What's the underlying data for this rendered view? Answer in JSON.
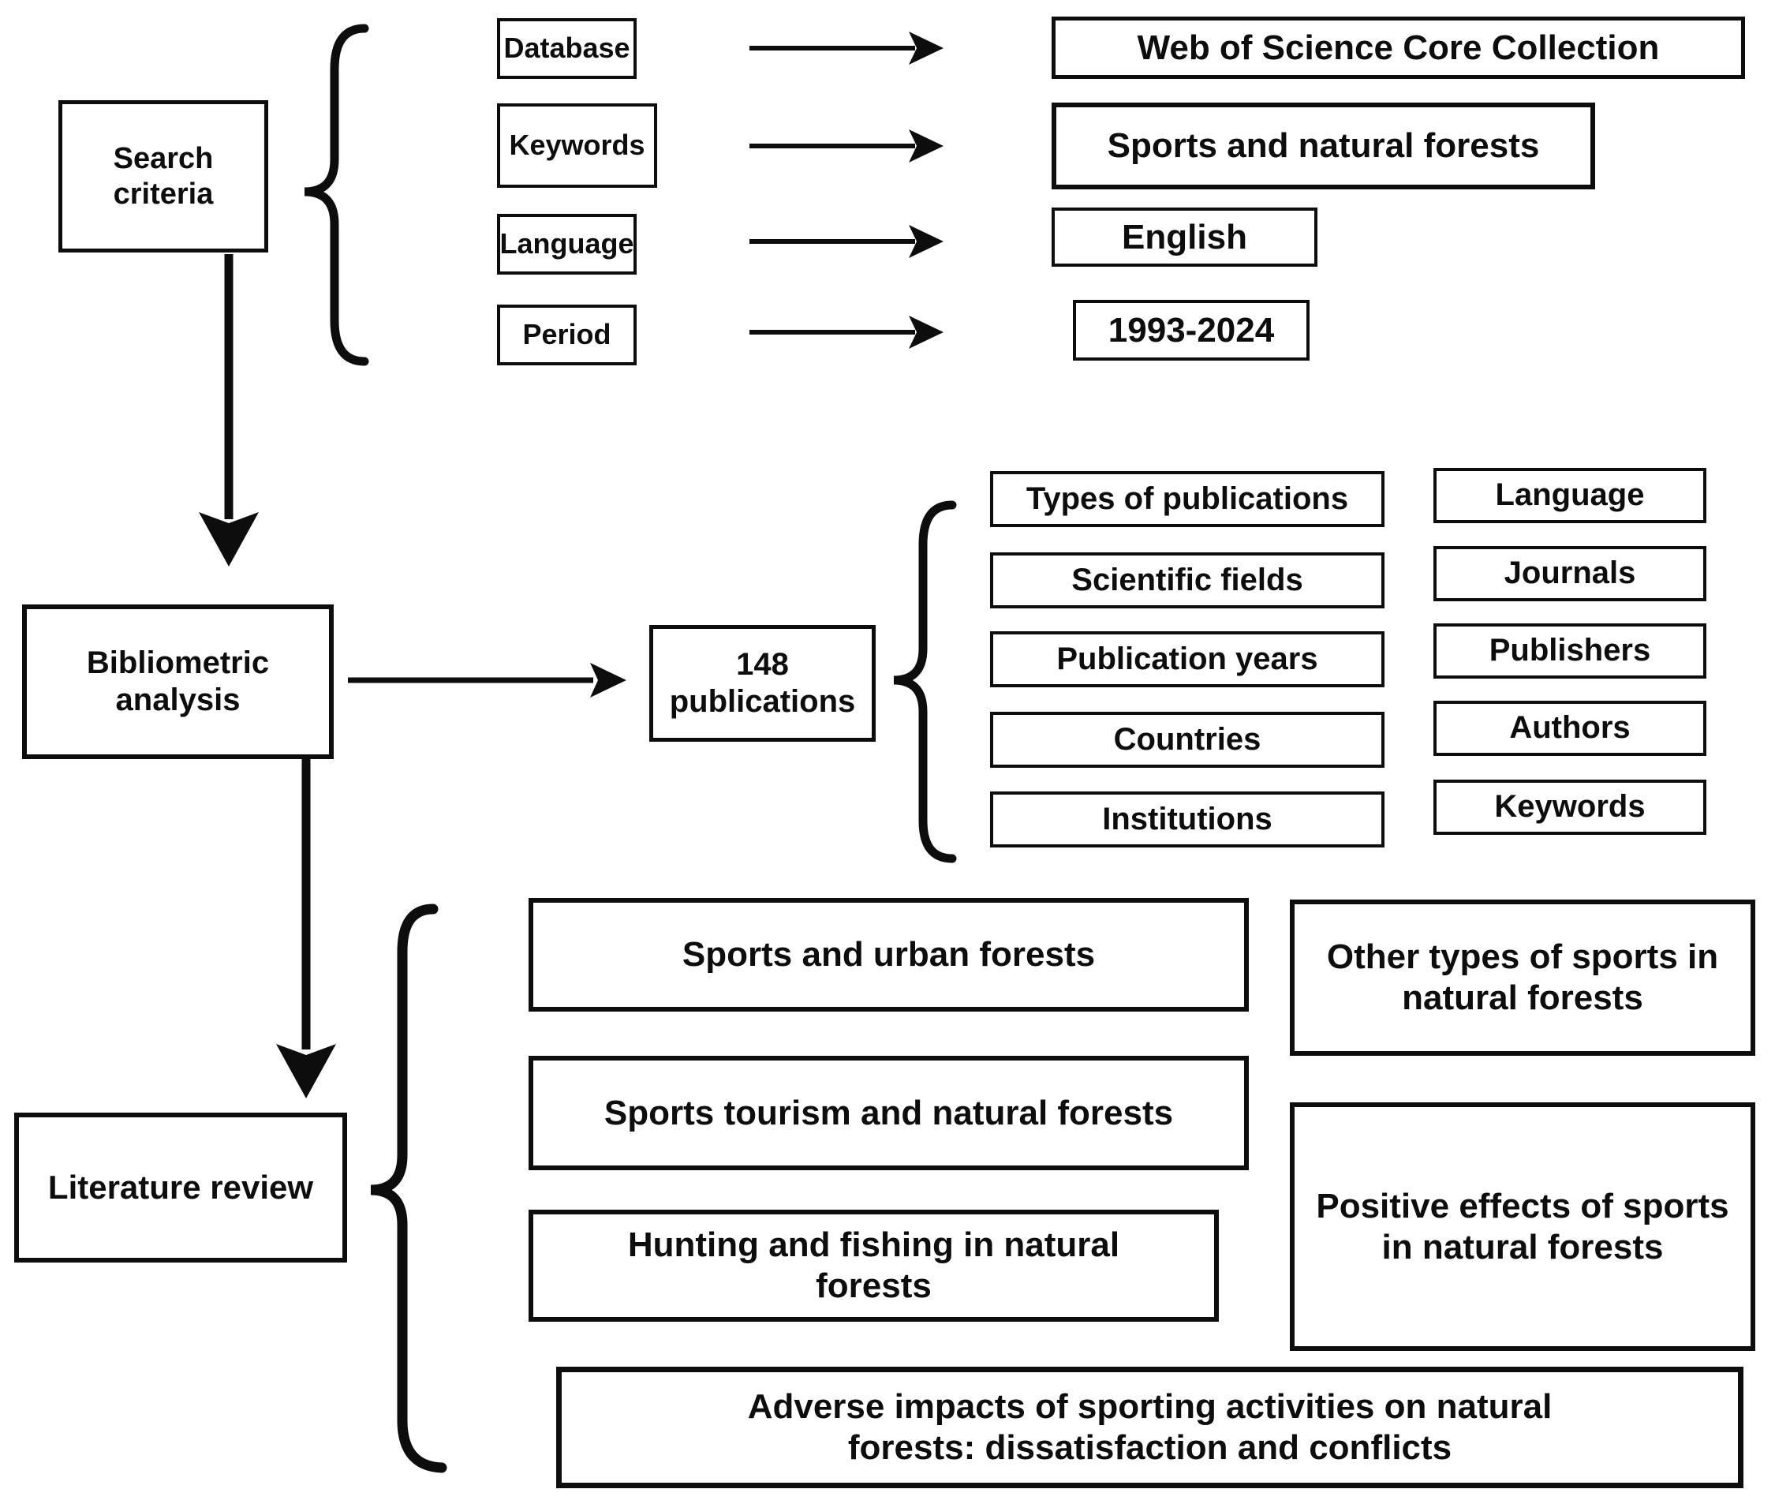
{
  "colors": {
    "ink": "#0d0d0d",
    "background": "#ffffff"
  },
  "figure": {
    "stage_boxes": {
      "search": "Search criteria",
      "bibliometric": "Bibliometric analysis",
      "literature": "Literature review"
    },
    "search_criteria": [
      {
        "label": "Database",
        "value": "Web of Science Core Collection"
      },
      {
        "label": "Keywords",
        "value": "Sports and natural forests"
      },
      {
        "label": "Language",
        "value": "English"
      },
      {
        "label": "Period",
        "value": "1993-2024"
      }
    ],
    "publications_node": {
      "count": "148",
      "unit": "publications"
    },
    "bibliometric_aspects": {
      "left_column": [
        "Types of publications",
        "Scientific fields",
        "Publication years",
        "Countries",
        "Institutions"
      ],
      "right_column": [
        "Language",
        "Journals",
        "Publishers",
        "Authors",
        "Keywords"
      ]
    },
    "literature_topics": {
      "left_column": [
        "Sports and urban forests",
        "Sports tourism and natural forests",
        "Hunting and fishing in natural forests"
      ],
      "right_column": [
        "Other types of sports in natural forests",
        "Positive effects of sports in natural forests"
      ],
      "bottom": "Adverse impacts of sporting activities on natural forests: dissatisfaction and conflicts"
    }
  }
}
